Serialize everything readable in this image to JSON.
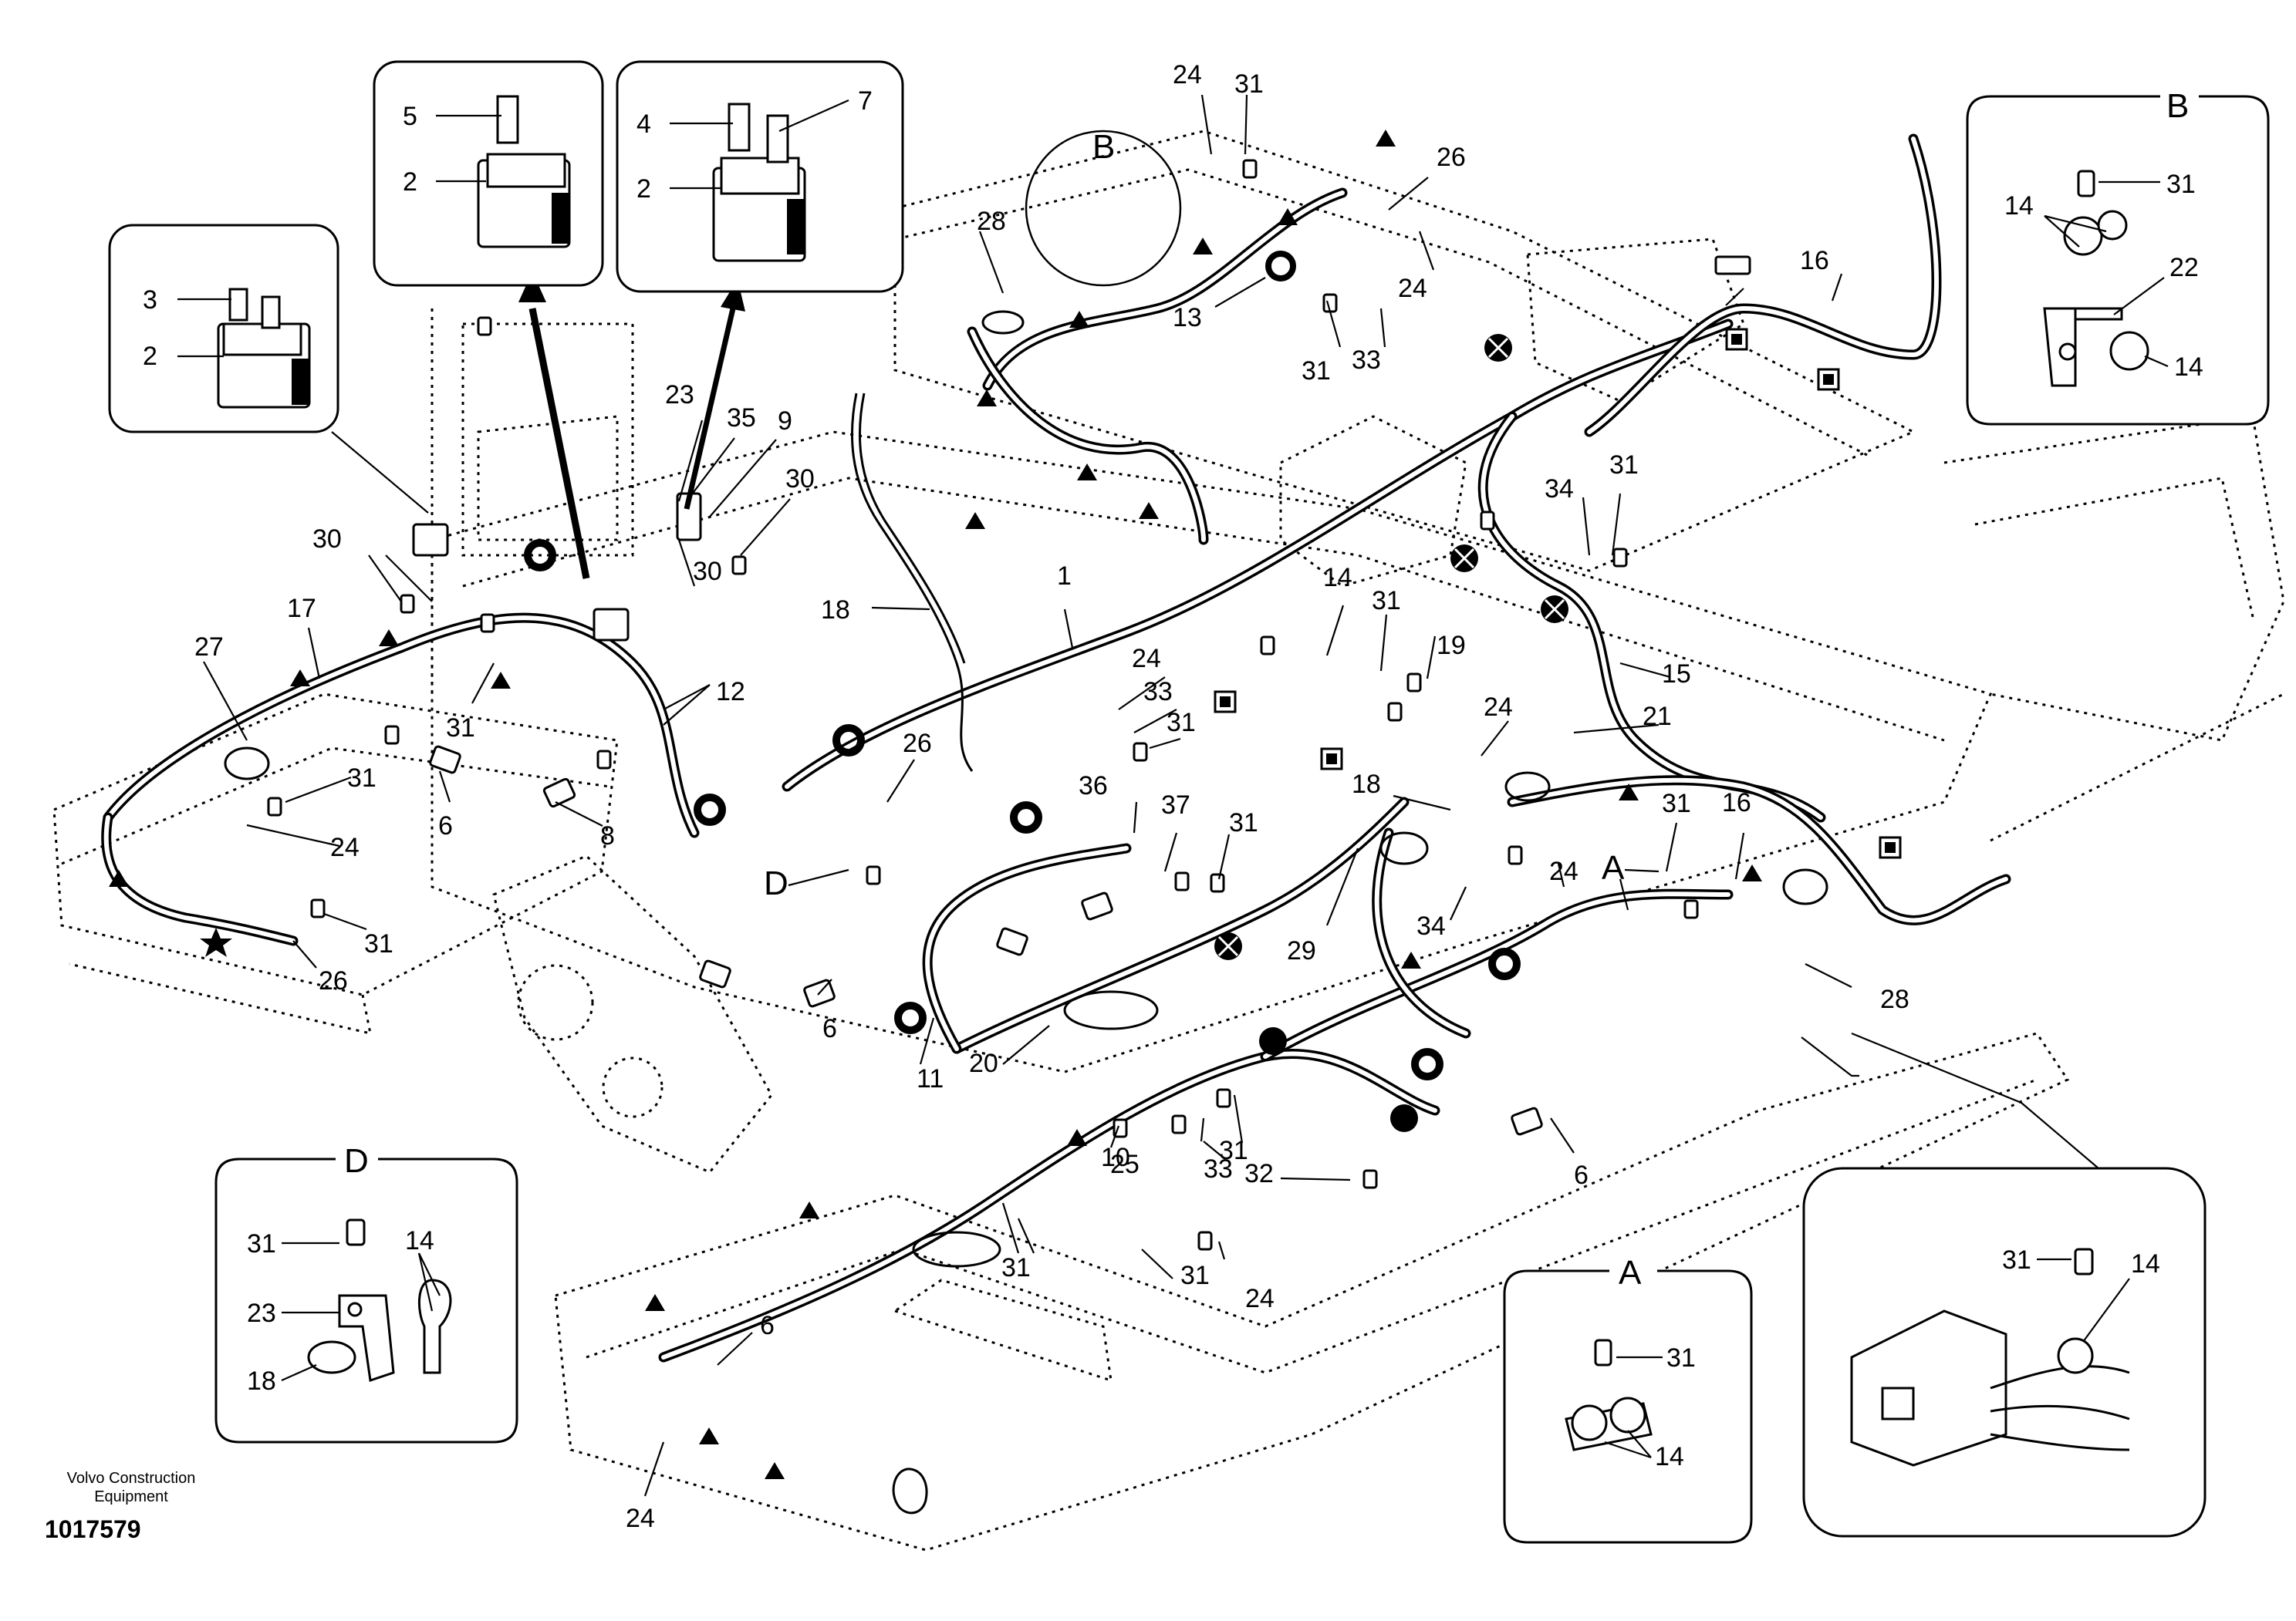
{
  "footer": {
    "brand": "Volvo Construction Equipment",
    "brand_line1": "Volvo Construction",
    "brand_line2": "Equipment",
    "document_number": "1017579"
  },
  "details": {
    "A": {
      "letter": "A",
      "labels": [
        "31",
        "14"
      ]
    },
    "B": {
      "letter": "B",
      "labels": [
        "31",
        "14",
        "22",
        "14"
      ]
    },
    "D": {
      "letter": "D",
      "labels": [
        "31",
        "14",
        "23",
        "18"
      ]
    },
    "valve": {
      "labels": [
        "31",
        "14"
      ]
    },
    "relay_3": {
      "labels": [
        "3",
        "2"
      ]
    },
    "relay_5": {
      "labels": [
        "5",
        "2"
      ]
    },
    "relay_4_7": {
      "labels": [
        "4",
        "7",
        "2"
      ]
    }
  },
  "main_labels": {
    "markers": [
      "B",
      "A",
      "D"
    ],
    "parts": [
      "24",
      "31",
      "26",
      "28",
      "13",
      "31",
      "33",
      "24",
      "16",
      "23",
      "35",
      "9",
      "30",
      "30",
      "30",
      "17",
      "27",
      "31",
      "31",
      "24",
      "31",
      "26",
      "6",
      "8",
      "12",
      "18",
      "1",
      "14",
      "31",
      "19",
      "24",
      "33",
      "31",
      "26",
      "36",
      "37",
      "31",
      "18",
      "24",
      "34",
      "31",
      "15",
      "21",
      "31",
      "16",
      "29",
      "24",
      "34",
      "28",
      "6",
      "11",
      "20",
      "6",
      "10",
      "33",
      "31",
      "32",
      "31",
      "24",
      "31",
      "6",
      "24",
      "25",
      "14",
      "31"
    ]
  },
  "legend_symbols": [
    "triangle",
    "square",
    "ring",
    "crossed-circle",
    "star"
  ]
}
